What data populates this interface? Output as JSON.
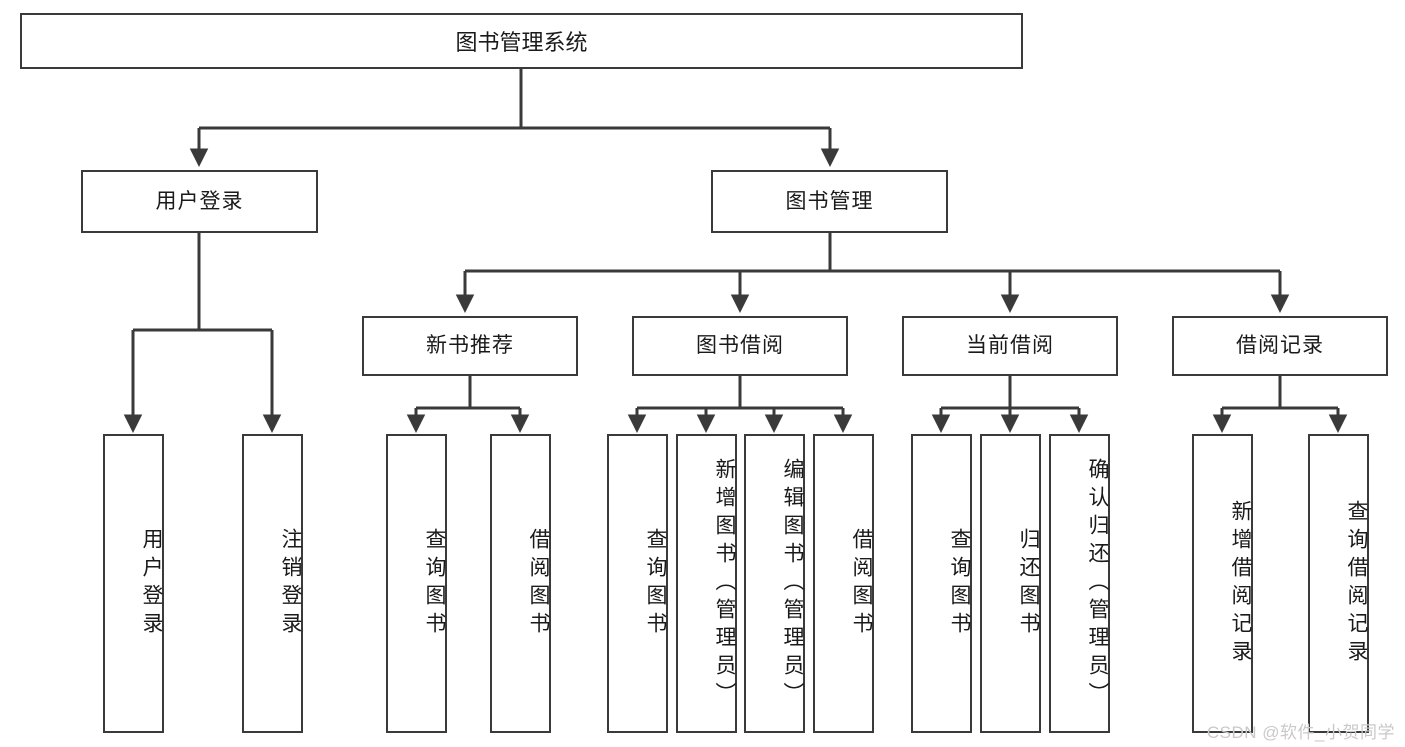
{
  "diagram": {
    "title": "图书管理系统",
    "type": "tree",
    "root": {
      "label": "图书管理系统"
    },
    "level2": [
      {
        "label": "用户登录"
      },
      {
        "label": "图书管理"
      }
    ],
    "level3": [
      {
        "label": "新书推荐"
      },
      {
        "label": "图书借阅"
      },
      {
        "label": "当前借阅"
      },
      {
        "label": "借阅记录"
      }
    ],
    "leaves": {
      "user_login": [
        {
          "label": "用户登录"
        },
        {
          "label": "注销登录"
        }
      ],
      "new_book_recommend": [
        {
          "label": "查询图书"
        },
        {
          "label": "借阅图书"
        }
      ],
      "book_borrow": [
        {
          "label": "查询图书"
        },
        {
          "label": "新增图书（管理员）"
        },
        {
          "label": "编辑图书（管理员）"
        },
        {
          "label": "借阅图书"
        }
      ],
      "current_borrow": [
        {
          "label": "查询图书"
        },
        {
          "label": "归还图书"
        },
        {
          "label": "确认归还（管理员）"
        }
      ],
      "borrow_record": [
        {
          "label": "新增借阅记录"
        },
        {
          "label": "查询借阅记录"
        }
      ]
    },
    "watermark": "CSDN @软件_小贺同学",
    "colors": {
      "border": "#3a3a3a",
      "text": "#1a1a1a",
      "background": "#ffffff",
      "watermark": "#c9c9c9"
    }
  }
}
